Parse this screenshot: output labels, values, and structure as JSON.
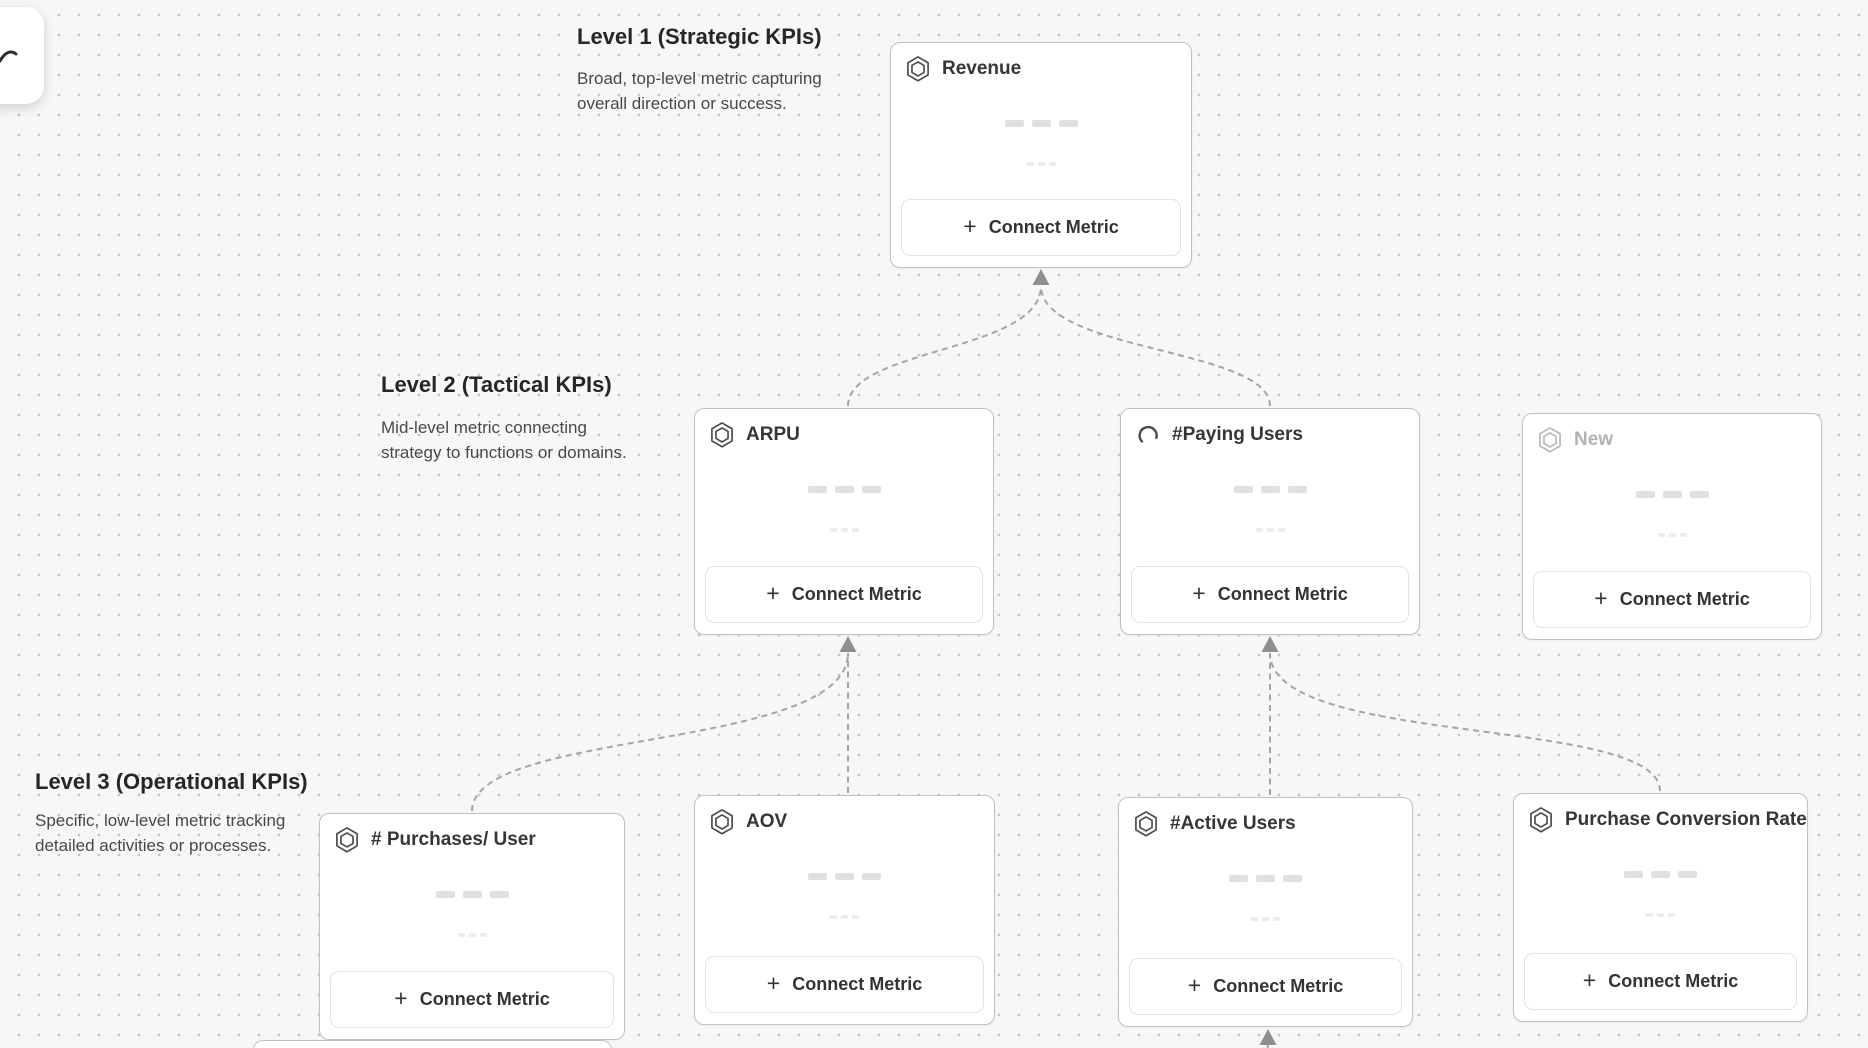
{
  "levels": [
    {
      "title": "Level 1 (Strategic KPIs)",
      "description": "Broad, top-level metric capturing\noverall direction or success."
    },
    {
      "title": "Level 2 (Tactical KPIs)",
      "description": "Mid-level metric connecting\nstrategy to functions or domains."
    },
    {
      "title": "Level 3 (Operational KPIs)",
      "description": "Specific, low-level metric tracking\ndetailed activities or processes."
    }
  ],
  "cards": [
    {
      "title": "Revenue",
      "icon": "metric-hexagon-icon",
      "state": "default",
      "connect_label": "Connect Metric",
      "plus": "+"
    },
    {
      "title": "ARPU",
      "icon": "metric-hexagon-icon",
      "state": "default",
      "connect_label": "Connect Metric",
      "plus": "+"
    },
    {
      "title": "#Paying Users",
      "icon": "loading-spinner-icon",
      "state": "loading",
      "connect_label": "Connect Metric",
      "plus": "+"
    },
    {
      "title": "New",
      "icon": "metric-hexagon-icon",
      "state": "placeholder",
      "connect_label": "Connect Metric",
      "plus": "+"
    },
    {
      "title": "# Purchases/ User",
      "icon": "metric-hexagon-icon",
      "state": "default",
      "connect_label": "Connect Metric",
      "plus": "+"
    },
    {
      "title": "AOV",
      "icon": "metric-hexagon-icon",
      "state": "default",
      "connect_label": "Connect Metric",
      "plus": "+"
    },
    {
      "title": "#Active Users",
      "icon": "metric-hexagon-icon",
      "state": "default",
      "connect_label": "Connect Metric",
      "plus": "+"
    },
    {
      "title": "Purchase Conversion Rate",
      "icon": "metric-hexagon-icon",
      "state": "default",
      "connect_label": "Connect Metric",
      "plus": "+"
    }
  ],
  "connections": [
    {
      "from": "ARPU",
      "to": "Revenue"
    },
    {
      "from": "#Paying Users",
      "to": "Revenue"
    },
    {
      "from": "# Purchases/ User",
      "to": "ARPU"
    },
    {
      "from": "AOV",
      "to": "ARPU"
    },
    {
      "from": "#Active Users",
      "to": "#Paying Users"
    },
    {
      "from": "Purchase Conversion Rate",
      "to": "#Paying Users"
    },
    {
      "from": "offscreen-below",
      "to": "#Active Users"
    }
  ],
  "colors": {
    "canvas_bg": "#f7f7f7",
    "dot": "#c6c6c6",
    "card_border": "#c2c2c2",
    "connector": "#a4a4a4",
    "arrowhead": "#8f8f8f",
    "title_text": "#363636",
    "placeholder_text": "#b2b2b2",
    "skeleton": "#e0e0e0"
  }
}
